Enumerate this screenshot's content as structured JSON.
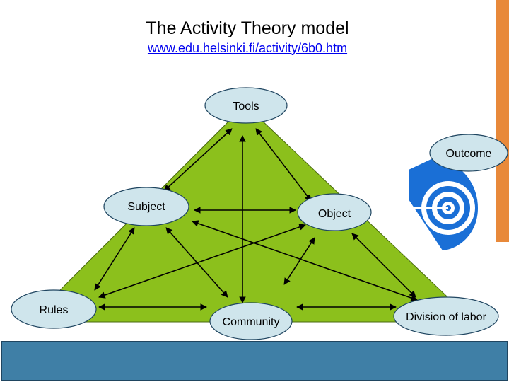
{
  "header": {
    "title": "The Activity Theory model",
    "link": "www.edu.helsinki.fi/activity/6b0.htm"
  },
  "nodes": {
    "tools": "Tools",
    "outcome": "Outcome",
    "subject": "Subject",
    "object": "Object",
    "rules": "Rules",
    "community": "Community",
    "division": "Division of labor"
  },
  "colors": {
    "triangle_fill": "#8cc01c",
    "node_fill": "#cfe5ec",
    "accent_bar": "#e8893a",
    "footer": "#3f7fa6",
    "target_blue": "#1a6fd6"
  },
  "icons": {
    "target": "target-with-arrow-icon"
  }
}
